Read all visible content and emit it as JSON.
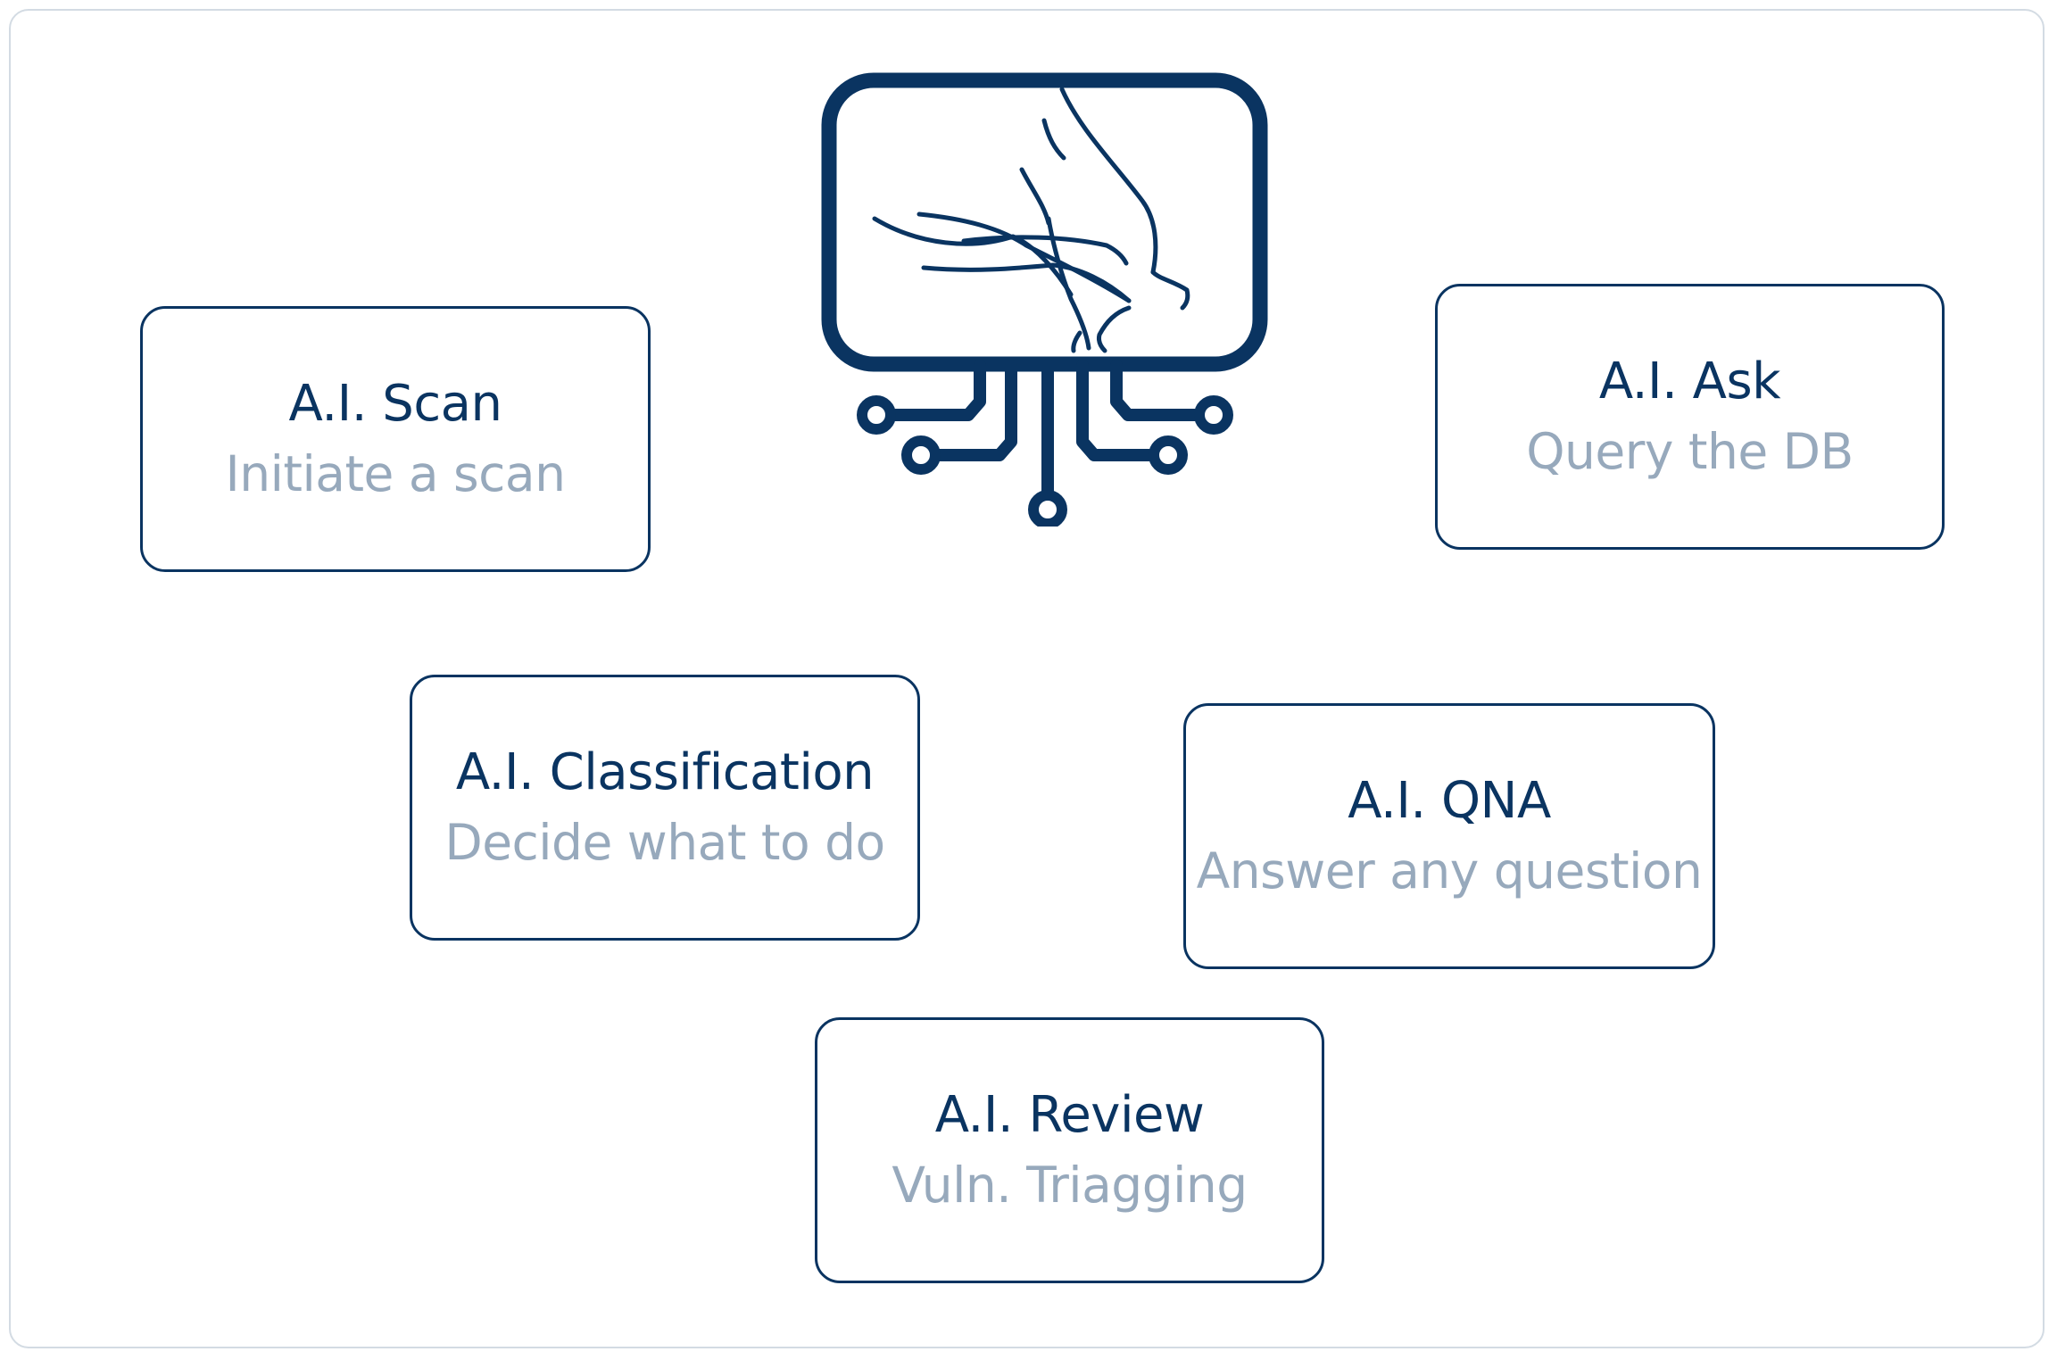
{
  "diagram": {
    "center_icon": "monitor-circuit-falcon-icon",
    "accent_color": "#0a3461",
    "subtitle_color": "#97a9bc",
    "cards": {
      "scan": {
        "title": "A.I. Scan",
        "subtitle": "Initiate a scan"
      },
      "ask": {
        "title": "A.I. Ask",
        "subtitle": "Query the DB"
      },
      "class": {
        "title": "A.I. Classification",
        "subtitle": "Decide what to do"
      },
      "qna": {
        "title": "A.I. QNA",
        "subtitle": "Answer any question"
      },
      "review": {
        "title": "A.I. Review",
        "subtitle": "Vuln. Triagging"
      }
    }
  }
}
